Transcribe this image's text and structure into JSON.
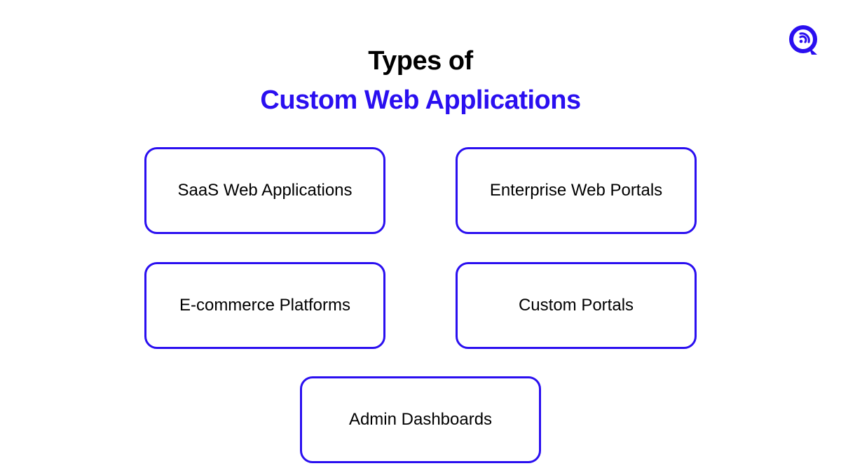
{
  "colors": {
    "accent": "#2A0FF0",
    "title_black": "#000000",
    "background": "#FFFFFF"
  },
  "header": {
    "title_line1": "Types of",
    "title_line2": "Custom Web Applications"
  },
  "logo": {
    "icon": "q-chat-logo-icon"
  },
  "cards": [
    {
      "label": "SaaS Web Applications"
    },
    {
      "label": "Enterprise Web Portals"
    },
    {
      "label": "E-commerce Platforms"
    },
    {
      "label": "Custom Portals"
    },
    {
      "label": "Admin Dashboards"
    }
  ]
}
